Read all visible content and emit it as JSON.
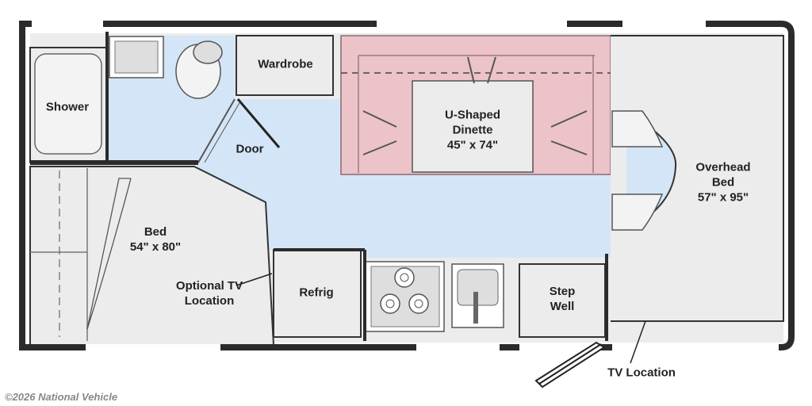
{
  "floorplan": {
    "labels": {
      "shower": "Shower",
      "wardrobe": "Wardrobe",
      "dinette_title": "U-Shaped",
      "dinette_sub": "Dinette",
      "dinette_size": "45\" x 74\"",
      "door": "Door",
      "overhead_title": "Overhead",
      "overhead_sub": "Bed",
      "overhead_size": "57\" x 95\"",
      "bed_title": "Bed",
      "bed_size": "54\" x 80\"",
      "optional_tv_1": "Optional TV",
      "optional_tv_2": "Location",
      "refrig": "Refrig",
      "step_1": "Step",
      "step_2": "Well",
      "tv_location": "TV Location"
    },
    "colors": {
      "wall": "#2b2b2b",
      "floor": "#d4e5f7",
      "dinette": "#ebc3c8",
      "room": "#ececec",
      "fixture": "#dedede"
    }
  },
  "footer": {
    "copyright": "©2026 National Vehicle"
  }
}
